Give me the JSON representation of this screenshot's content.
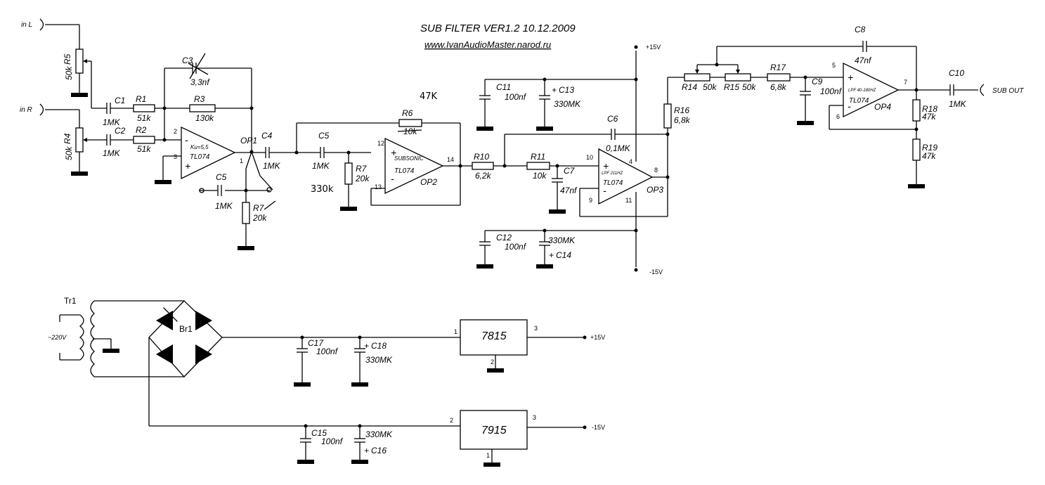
{
  "title": "SUB FILTER VER1.2 10.12.2009",
  "url": "www.IvanAudioMaster.narod.ru",
  "inputs": {
    "in_l": "in L",
    "in_r": "in R",
    "sub_out": "SUB OUT"
  },
  "rails": {
    "pos": "+15V",
    "neg": "-15V",
    "mains": "~220V"
  },
  "opamps": {
    "op1": {
      "name": "OP1",
      "type": "TL074",
      "note": "Ku=5,5",
      "pin_minus": "2",
      "pin_plus": "3",
      "pin_out": "1"
    },
    "op2": {
      "name": "OP2",
      "type": "TL074",
      "note": "SUBSONIC",
      "pin_plus": "12",
      "pin_minus": "13",
      "pin_out": "14"
    },
    "op3": {
      "name": "OP3",
      "type": "TL074",
      "note": "LPF 211HZ",
      "pin_plus": "10",
      "pin_minus": "9",
      "pin_out": "8",
      "pin_vp": "4",
      "pin_vn": "11"
    },
    "op4": {
      "name": "OP4",
      "type": "TL074",
      "note": "LPF 40-180HZ",
      "pin_plus": "5",
      "pin_minus": "6",
      "pin_out": "7"
    }
  },
  "resistors": {
    "r1": {
      "name": "R1",
      "value": "51k"
    },
    "r2": {
      "name": "R2",
      "value": "51k"
    },
    "r3": {
      "name": "R3",
      "value": "130k"
    },
    "r4": {
      "name": "R4",
      "value": "50k"
    },
    "r5": {
      "name": "R5",
      "value": "50k"
    },
    "r6": {
      "name": "R6",
      "value": "10k",
      "handwritten": "47K"
    },
    "r7a": {
      "name": "R7",
      "value": "20k",
      "handwritten": "330k"
    },
    "r7b": {
      "name": "R7",
      "value": "20k"
    },
    "r10": {
      "name": "R10",
      "value": "6,2k"
    },
    "r11": {
      "name": "R11",
      "value": "10k"
    },
    "r14": {
      "name": "R14",
      "value": "50k"
    },
    "r15": {
      "name": "R15",
      "value": "50k"
    },
    "r16": {
      "name": "R16",
      "value": "6,8k"
    },
    "r17": {
      "name": "R17",
      "value": "6,8k"
    },
    "r18": {
      "name": "R18",
      "value": "47k"
    },
    "r19": {
      "name": "R19",
      "value": "47k"
    }
  },
  "capacitors": {
    "c1": {
      "name": "C1",
      "value": "1MK"
    },
    "c2": {
      "name": "C2",
      "value": "1MK"
    },
    "c3": {
      "name": "C3",
      "value": "3,3nf"
    },
    "c4": {
      "name": "C4",
      "value": "1MK"
    },
    "c5a": {
      "name": "C5",
      "value": "1MK"
    },
    "c5b": {
      "name": "C5",
      "value": "1MK"
    },
    "c6": {
      "name": "C6",
      "value": "0,1MK"
    },
    "c7": {
      "name": "C7",
      "value": "47nf"
    },
    "c8": {
      "name": "C8",
      "value": "47nf"
    },
    "c9": {
      "name": "C9",
      "value": "100nf"
    },
    "c10": {
      "name": "C10",
      "value": "1MK"
    },
    "c11": {
      "name": "C11",
      "value": "100nf"
    },
    "c12": {
      "name": "C12",
      "value": "100nf"
    },
    "c13": {
      "name": "C13",
      "value": "330MK"
    },
    "c14": {
      "name": "C14",
      "value": "330MK"
    },
    "c15": {
      "name": "C15",
      "value": "100nf"
    },
    "c16": {
      "name": "C16",
      "value": "330MK"
    },
    "c17": {
      "name": "C17",
      "value": "100nf"
    },
    "c18": {
      "name": "C18",
      "value": "330MK"
    }
  },
  "power": {
    "tr1": "Tr1",
    "br1": "Br1",
    "reg_pos": {
      "name": "7815",
      "pin_in": "1",
      "pin_gnd": "2",
      "pin_out": "3"
    },
    "reg_neg": {
      "name": "7915",
      "pin_in": "2",
      "pin_gnd": "1",
      "pin_out": "3"
    }
  },
  "marks": {
    "plus": "+",
    "minus": "-",
    "pin1_op1_note": "1"
  }
}
